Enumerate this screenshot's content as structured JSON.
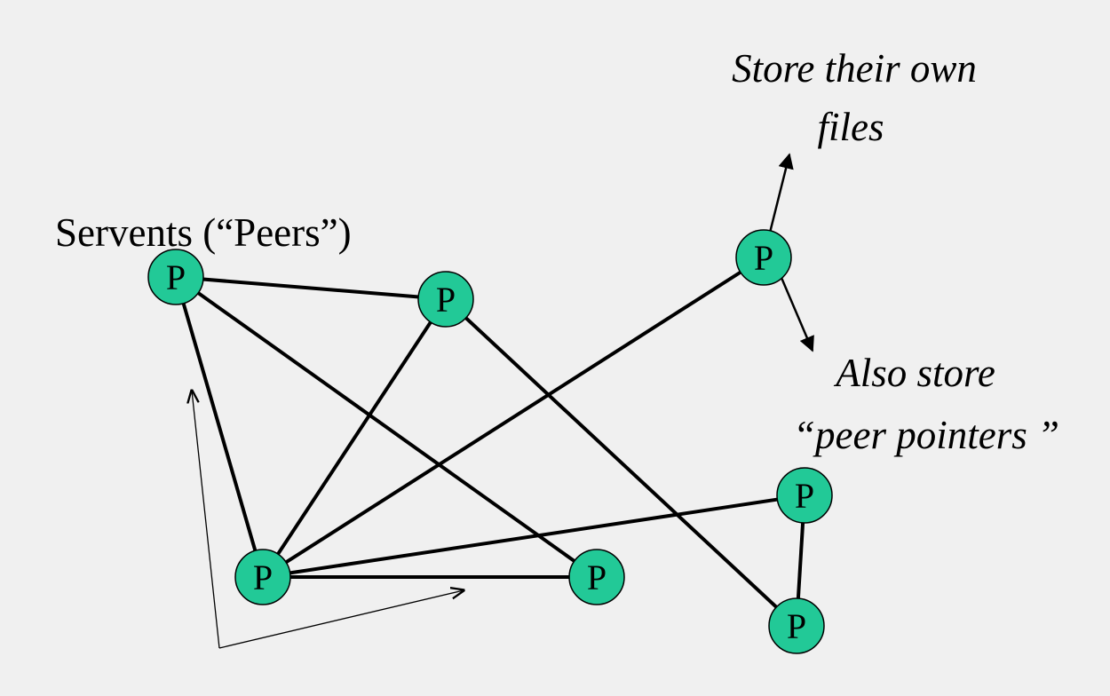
{
  "labels": {
    "servents": "Servents (“Peers”)",
    "store_line1": "Store their own",
    "store_line2": "files",
    "also_line1": "Also store",
    "also_line2": "“peer pointers ”"
  },
  "node_label": "P",
  "colors": {
    "background": "#f0f0f0",
    "node_fill": "#22c997",
    "stroke": "#000000"
  },
  "nodes": [
    {
      "id": "p1",
      "label": "P"
    },
    {
      "id": "p2",
      "label": "P"
    },
    {
      "id": "p3",
      "label": "P"
    },
    {
      "id": "p4",
      "label": "P"
    },
    {
      "id": "p5",
      "label": "P"
    },
    {
      "id": "p6",
      "label": "P"
    },
    {
      "id": "p7",
      "label": "P"
    }
  ],
  "edges": [
    [
      "p1",
      "p2"
    ],
    [
      "p1",
      "p5"
    ],
    [
      "p1",
      "p6"
    ],
    [
      "p2",
      "p5"
    ],
    [
      "p2",
      "p7"
    ],
    [
      "p3",
      "p5"
    ],
    [
      "p5",
      "p6"
    ],
    [
      "p5",
      "p4"
    ],
    [
      "p7",
      "p4"
    ]
  ]
}
